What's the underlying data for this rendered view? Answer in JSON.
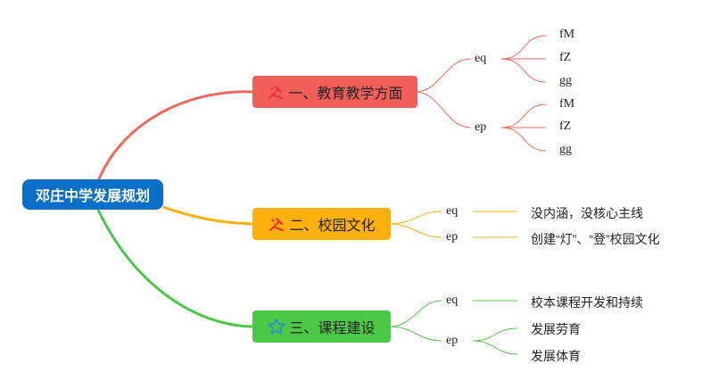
{
  "root": {
    "label": "邓庄中学发展规划"
  },
  "branches": [
    {
      "label": "一、教育教学方面",
      "icon": "tools-icon",
      "color": "#f25f5a",
      "children": [
        {
          "label": "eq",
          "children": [
            "fM",
            "fZ",
            "gg"
          ]
        },
        {
          "label": "ep",
          "children": [
            "fM",
            "fZ",
            "gg"
          ]
        }
      ]
    },
    {
      "label": "二、校园文化",
      "icon": "tools-icon",
      "color": "#fbb00b",
      "children": [
        {
          "label": "eq",
          "children": [
            "没内涵，没核心主线"
          ]
        },
        {
          "label": "ep",
          "children": [
            "创建“灯”、“登”校园文化"
          ]
        }
      ]
    },
    {
      "label": "三、课程建设",
      "icon": "star-icon",
      "color": "#4dc846",
      "children": [
        {
          "label": "eq",
          "children": [
            "校本课程开发和持续"
          ]
        },
        {
          "label": "ep",
          "children": [
            "发展劳育",
            "发展体育"
          ]
        }
      ]
    }
  ],
  "colors": {
    "root": "#0a6fc8",
    "icon_tools": "#e8323c",
    "icon_star": "#2e8ad8"
  }
}
